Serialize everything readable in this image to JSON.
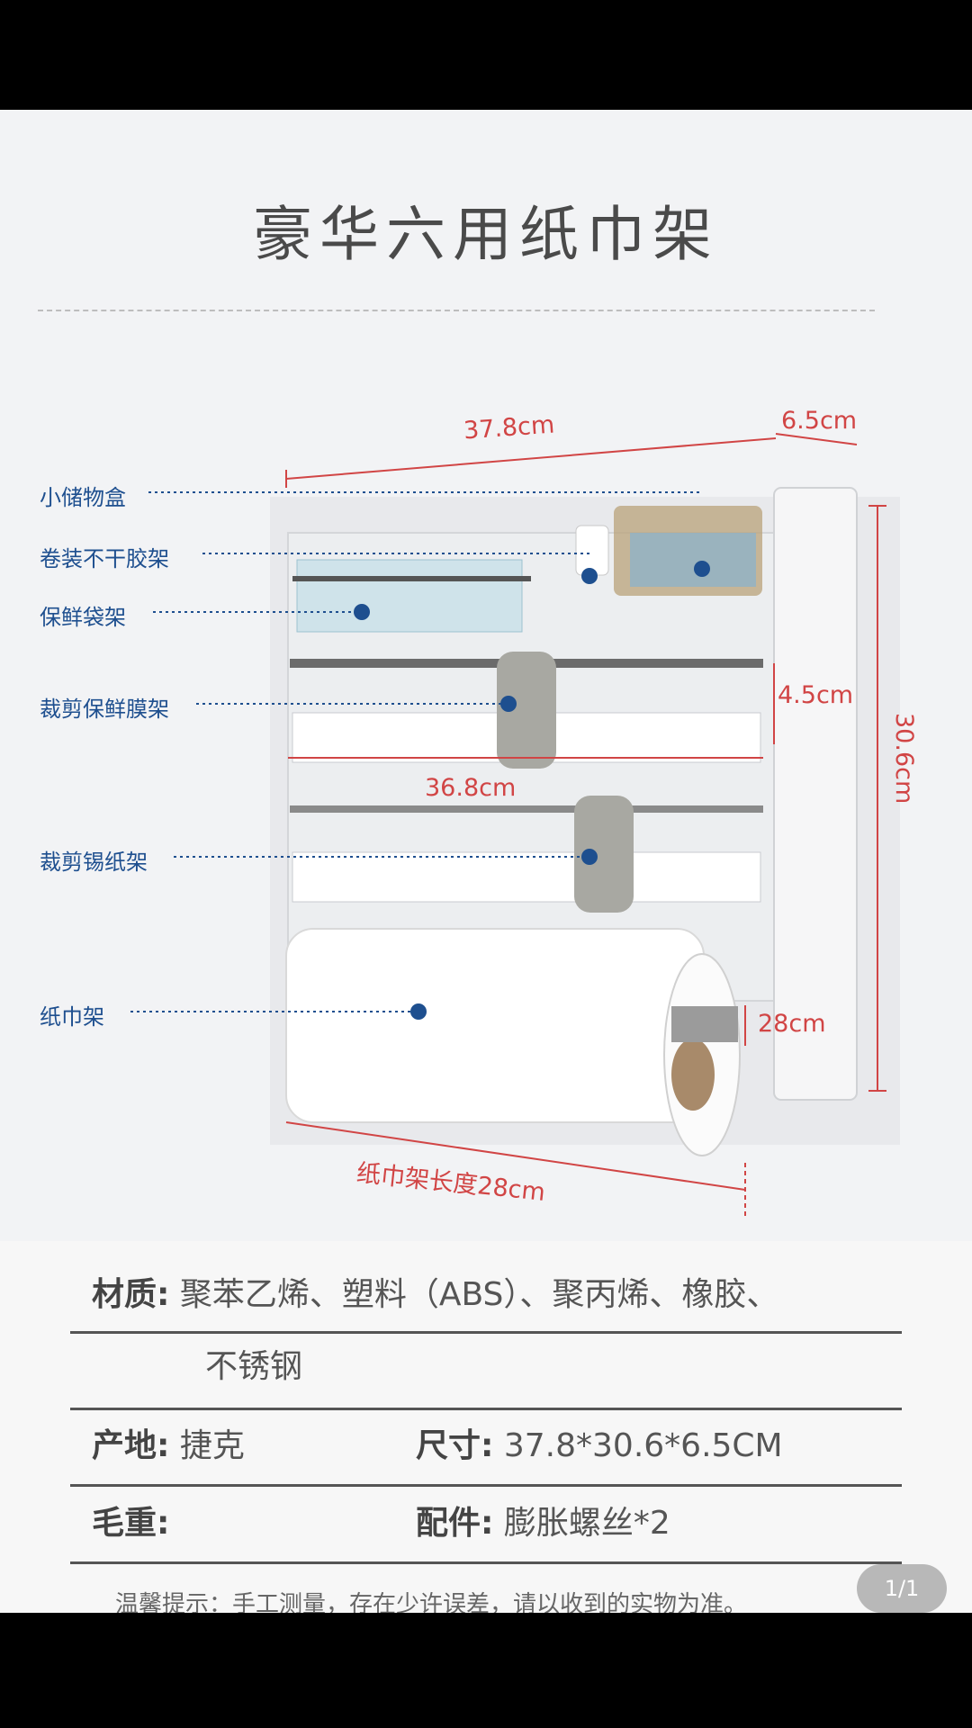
{
  "title": "豪华六用纸巾架",
  "dimensions": {
    "width": "37.8cm",
    "depth": "6.5cm",
    "height": "30.6cm",
    "film_gap": "4.5cm",
    "film_width": "36.8cm",
    "roll_depth": "28cm",
    "towel_length": "纸巾架长度28cm"
  },
  "callouts": [
    "小储物盒",
    "卷装不干胶架",
    "保鲜袋架",
    "裁剪保鲜膜架",
    "裁剪锡纸架",
    "纸巾架"
  ],
  "specs": {
    "material_label": "材质:",
    "material_value_1": "聚苯乙烯、塑料（ABS）、聚丙烯、橡胶、",
    "material_value_2": "不锈钢",
    "origin_label": "产地:",
    "origin_value": "捷克",
    "size_label": "尺寸:",
    "size_value": "37.8*30.6*6.5CM",
    "weight_label": "毛重:",
    "weight_value": "",
    "accessory_label": "配件:",
    "accessory_value": "膨胀螺丝*2"
  },
  "note": "温馨提示：手工测量，存在少许误差，请以收到的实物为准。",
  "page_indicator": "1/1",
  "colors": {
    "dimension": "#d14545",
    "callout": "#1e4f8f",
    "background": "#f2f3f5"
  }
}
